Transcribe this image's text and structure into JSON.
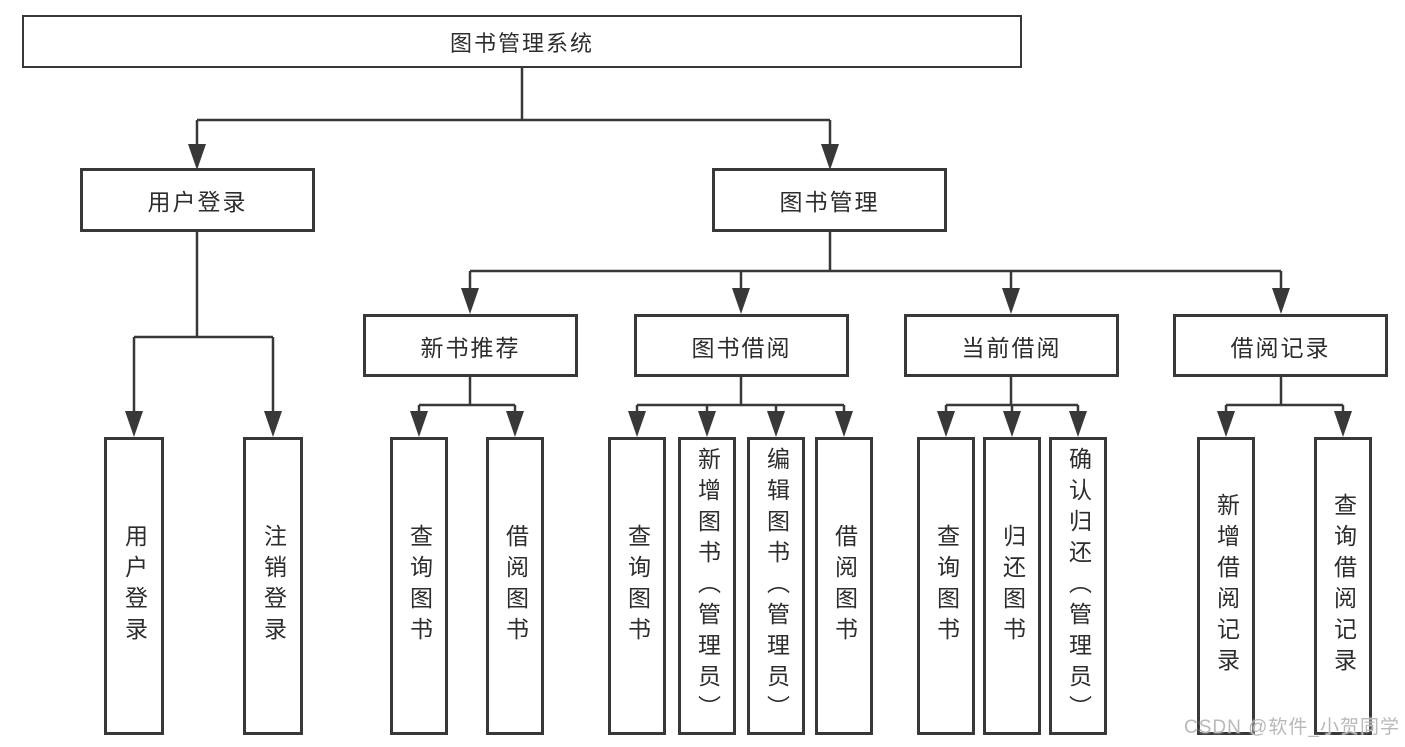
{
  "tree": {
    "root": "图书管理系统",
    "branches": [
      {
        "label": "用户登录",
        "leaves": [
          "用户登录",
          "注销登录"
        ]
      },
      {
        "label": "图书管理",
        "children": [
          {
            "label": "新书推荐",
            "leaves": [
              "查询图书",
              "借阅图书"
            ]
          },
          {
            "label": "图书借阅",
            "leaves": [
              "查询图书",
              "新增图书（管理员）",
              "编辑图书（管理员）",
              "借阅图书"
            ]
          },
          {
            "label": "当前借阅",
            "leaves": [
              "查询图书",
              "归还图书",
              "确认归还（管理员）"
            ]
          },
          {
            "label": "借阅记录",
            "leaves": [
              "新增借阅记录",
              "查询借阅记录"
            ]
          }
        ]
      }
    ]
  },
  "watermark": "CSDN @软件_小贺同学",
  "colors": {
    "line": "#383838",
    "text": "#2d2d2d",
    "watermark": "#b9b9b9",
    "background": "#ffffff"
  }
}
